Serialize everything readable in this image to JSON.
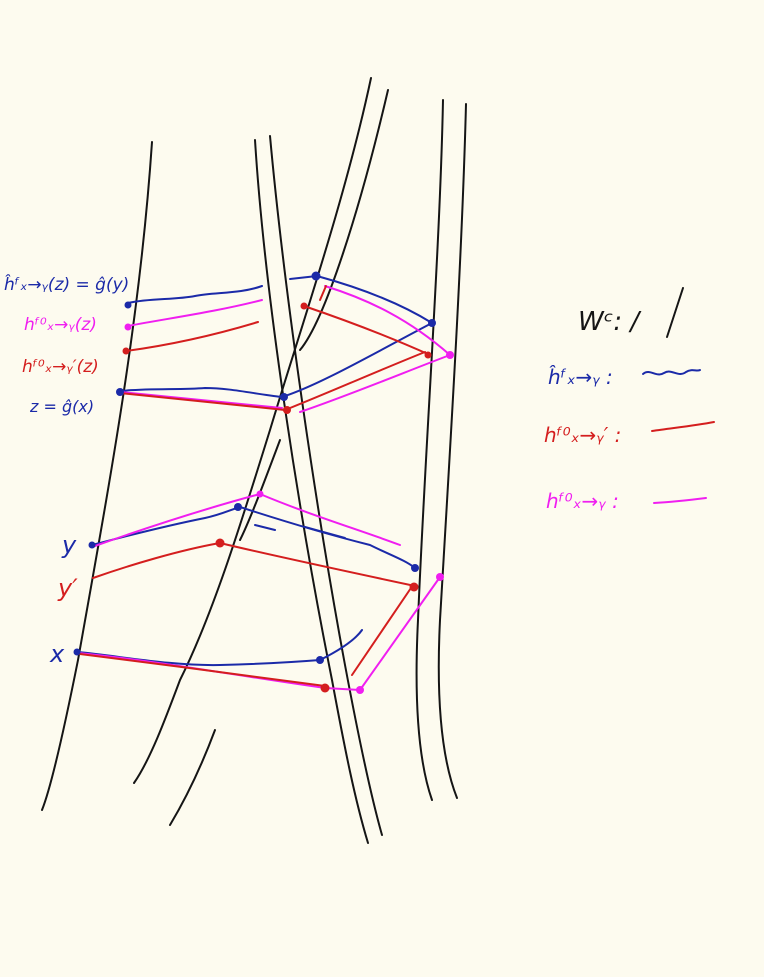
{
  "colors": {
    "background": "#fdfbef",
    "ink": "#151515",
    "hat_h_f": "#1b2aa8",
    "h_f0_y_prime": "#d41e1e",
    "h_f0_y": "#f01ef0"
  },
  "left_labels": {
    "top_blue": "ĥᶠₓ→ᵧ(z) = ĝ(y)",
    "magenta": "hᶠ⁰ₓ→ᵧ(z)",
    "red": "hᶠ⁰ₓ→ᵧ′(z)",
    "z_eq": "z = ĝ(x)",
    "y": "y",
    "y_prime": "y′",
    "x": "x"
  },
  "legend": {
    "title": "Wᶜ: /",
    "items": [
      {
        "label": "ĥᶠₓ→ᵧ :",
        "color_key": "hat_h_f"
      },
      {
        "label": "hᶠ⁰ₓ→ᵧ′ :",
        "color_key": "h_f0_y_prime"
      },
      {
        "label": "hᶠ⁰ₓ→ᵧ :",
        "color_key": "h_f0_y"
      }
    ]
  }
}
